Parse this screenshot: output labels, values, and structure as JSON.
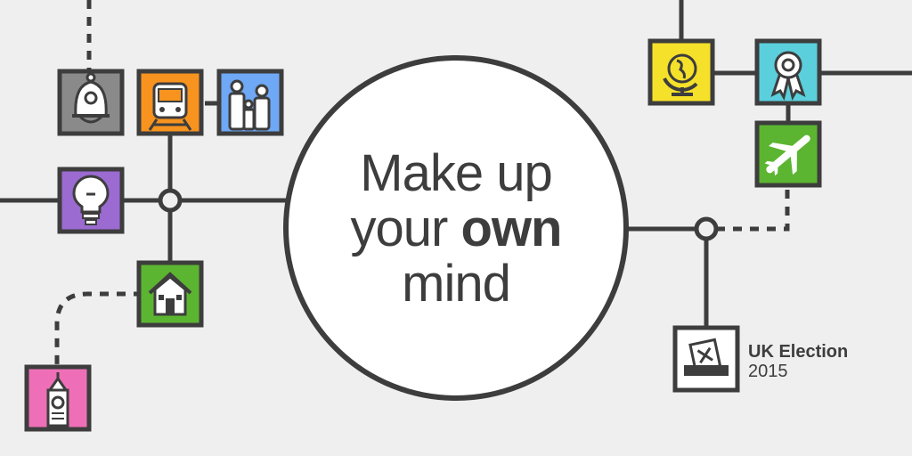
{
  "headline": {
    "line1": "Make up",
    "line2_pre": "your ",
    "line2_bold": "own",
    "line3": "mind"
  },
  "brand": {
    "title": "UK Election",
    "year": "2015"
  },
  "icons": [
    {
      "name": "police-helmet-icon",
      "bg": "#8a8a8a"
    },
    {
      "name": "train-icon",
      "bg": "#f7931e"
    },
    {
      "name": "family-icon",
      "bg": "#6fa8f5"
    },
    {
      "name": "lightbulb-icon",
      "bg": "#9b6bd1"
    },
    {
      "name": "house-icon",
      "bg": "#5cb531"
    },
    {
      "name": "big-ben-icon",
      "bg": "#ee6fb7"
    },
    {
      "name": "globe-icon",
      "bg": "#f6e12a"
    },
    {
      "name": "award-ribbon-icon",
      "bg": "#5bcfdc"
    },
    {
      "name": "airplane-icon",
      "bg": "#5cb531"
    },
    {
      "name": "ballot-box-icon",
      "bg": "#ffffff"
    }
  ],
  "colors": {
    "background": "#efefef",
    "line": "#3d3d3d"
  }
}
